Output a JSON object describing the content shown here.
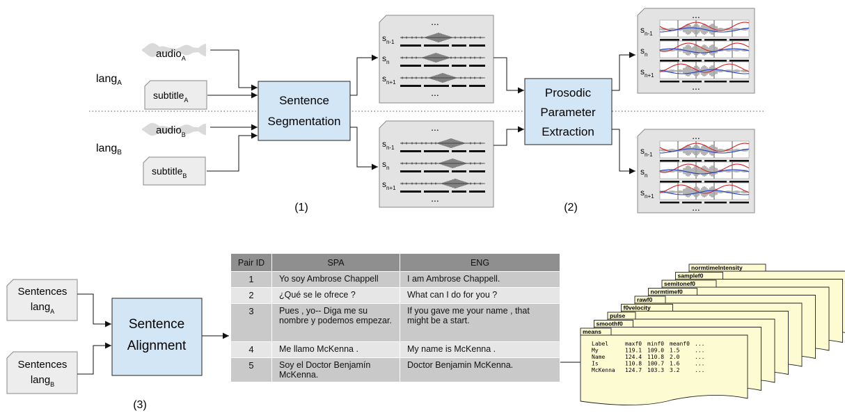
{
  "inputs": {
    "lang_a": {
      "base": "lang",
      "sub": "A"
    },
    "lang_b": {
      "base": "lang",
      "sub": "B"
    },
    "audio_a": {
      "base": "audio",
      "sub": "A"
    },
    "audio_b": {
      "base": "audio",
      "sub": "B"
    },
    "subtitle_a": {
      "base": "subtitle",
      "sub": "A"
    },
    "subtitle_b": {
      "base": "subtitle",
      "sub": "B"
    }
  },
  "steps": {
    "segmentation": [
      "Sentence",
      "Segmentation"
    ],
    "prosodic": [
      "Prosodic",
      "Parameter",
      "Extraction"
    ],
    "alignment": [
      "Sentence",
      "Alignment"
    ],
    "num1": "(1)",
    "num2": "(2)",
    "num3": "(3)"
  },
  "sentence_labels": {
    "base": "s",
    "subs": [
      "n-1",
      "n",
      "n+1"
    ],
    "dots": "..."
  },
  "sentences_docs": [
    {
      "line1": "Sentences",
      "base": "lang",
      "sub": "A"
    },
    {
      "line1": "Sentences",
      "base": "lang",
      "sub": "B"
    }
  ],
  "table": {
    "headers": [
      "Pair ID",
      "SPA",
      "ENG"
    ],
    "rows": [
      {
        "id": "1",
        "spa": "Yo soy Ambrose Chappell",
        "eng": "I am Ambrose Chappell."
      },
      {
        "id": "2",
        "spa": "¿Qué se le ofrece ?",
        "eng": "What can I do for you ?"
      },
      {
        "id": "3",
        "spa": "Pues , yo-- Diga me su nombre y podemos empezar.",
        "eng": "If you gave me your name , that might be a start."
      },
      {
        "id": "4",
        "spa": "Me llamo McKenna .",
        "eng": "My name is McKenna ."
      },
      {
        "id": "5",
        "spa": "Soy el Doctor Benjamín McKenna.",
        "eng": "Doctor Benjamin McKenna."
      }
    ]
  },
  "files": {
    "tabs": [
      "normtimeIntensity",
      "samplef0",
      "semitonef0",
      "normtimef0",
      "rawf0",
      "f0velocity",
      "pulse",
      "smoothf0",
      "means"
    ],
    "header": [
      "Label",
      "maxf0",
      "minf0",
      "meanf0",
      "..."
    ],
    "rows": [
      [
        "My",
        "119.1",
        "109.0",
        "1.5",
        "..."
      ],
      [
        "Name",
        "124.4",
        "110.8",
        "2.0",
        "..."
      ],
      [
        "Is",
        "110.8",
        "100.7",
        "1.6",
        "..."
      ],
      [
        "McKenna",
        "124.7",
        "103.3",
        "3.2",
        "..."
      ]
    ]
  },
  "colors": {
    "step_box": "#d2e6f6",
    "note": "#fdfbd2",
    "doc": "#ededed",
    "panel": "#e3e3e3"
  }
}
